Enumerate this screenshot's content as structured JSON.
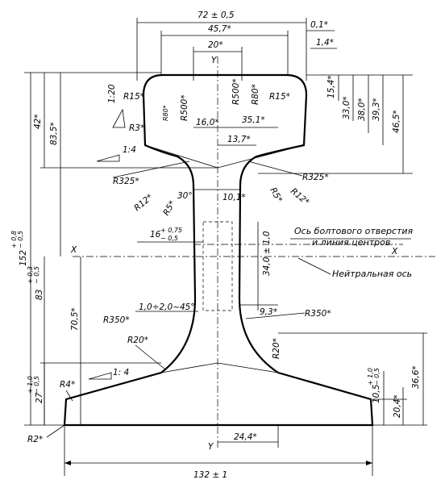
{
  "width_dims": {
    "head_total": "72 ± 0,5",
    "head_top": "45,7*",
    "head_center": "20*",
    "bottom_offset": "0,1*",
    "head_small": "1,4*",
    "web_left": "16,0*",
    "web_right": "35,1*",
    "web_mid": "13,7*",
    "web_thick": "10,1*",
    "hole_width_base": "16",
    "hole_width_tol_upper": "+ 0,75",
    "hole_width_tol_lower": "− 0,5",
    "web_bottom": "9,3*",
    "base_half": "24,4*",
    "base_total": "132 ± 1"
  },
  "height_dims": {
    "total_base": "152",
    "total_tol_upper": "+ 0,8",
    "total_tol_lower": "− 0,5",
    "head_height": "42*",
    "head_to_neutral": "83,5*",
    "neutral_base": "83",
    "neutral_tol_upper": "+ 0,3",
    "neutral_tol_lower": "− 0,5",
    "neutral_from_base": "70,5*",
    "base_edge_base": "27",
    "base_edge_tol_upper": "+ 1,0",
    "base_edge_tol_lower": "− 0,5",
    "right_15_4": "15,4*",
    "right_33": "33,0*",
    "right_38": "38,0*",
    "right_39_3": "39,3*",
    "right_46_5": "46,5*",
    "hole_height": "34,0 ± 1,0",
    "base_small": "10,5",
    "base_small_tol_upper": "+ 1,0",
    "base_small_tol_lower": "− 0,5",
    "base_20": "20,4*",
    "base_36_6": "36,6*"
  },
  "radii": {
    "r500_left": "R500*",
    "r500_right": "R500*",
    "r80_left": "R80*",
    "r80_right": "R80*",
    "r15_left": "R15*",
    "r15_right": "R15*",
    "r3": "R3*",
    "r325_left": "R325*",
    "r325_right": "R325*",
    "r12_left": "R12*",
    "r12_right": "R12*",
    "r5_left": "R5*",
    "r5_right": "R5*",
    "angle_30": "30°",
    "r350_left": "R350*",
    "r350_right": "R350*",
    "r20_left": "R20*",
    "r20_right": "R20*",
    "r4": "R4*",
    "r2": "R2*"
  },
  "slopes": {
    "head_side": "1:20",
    "head_under": "1:4",
    "base_top": "1: 4"
  },
  "labels": {
    "axis_y_top": "Y",
    "axis_y_bottom": "Y",
    "axis_x_left": "X",
    "axis_x_right": "X",
    "chamfer": "1,0÷2,0~45°",
    "bolt_hole_line1": "Ось болтового отверстия",
    "bolt_hole_line2": "и линия центров",
    "neutral_axis": "Нейтральная ось"
  }
}
